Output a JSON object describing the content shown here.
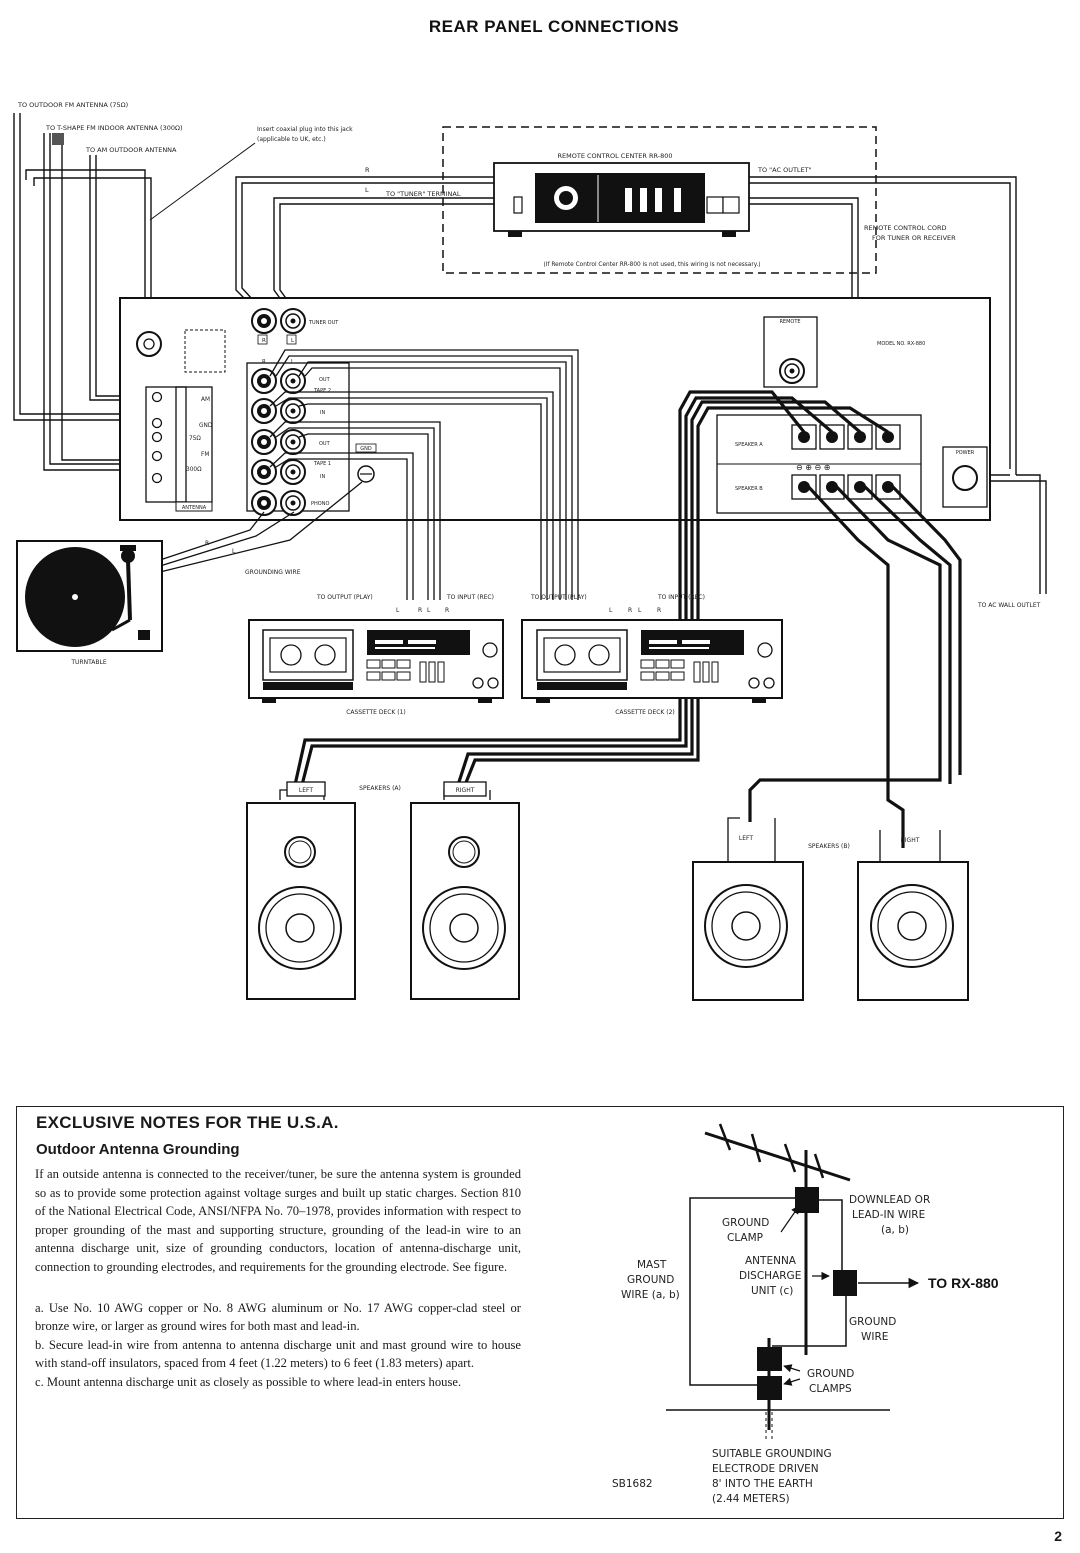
{
  "page_title": "REAR PANEL CONNECTIONS",
  "page_number": "2",
  "figure_code": "SB1682",
  "antenna": {
    "fm75": "TO OUTDOOR FM ANTENNA (75Ω)",
    "fm300": "TO T-SHAPE FM INDOOR ANTENNA (300Ω)",
    "am": "TO AM OUTDOOR ANTENNA",
    "coax_note_1": "Insert coaxial plug into this jack",
    "coax_note_2": "(applicable to UK, etc.)",
    "terminal_am": "AM",
    "terminal_gnd": "GND",
    "terminal_fm75": "75Ω",
    "terminal_fm": "FM",
    "terminal_fm300": "300Ω",
    "terminal_label": "ANTENNA"
  },
  "remote": {
    "title": "REMOTE CONTROL CENTER RR-800",
    "r": "R",
    "l": "L",
    "to_tuner": "TO \"TUNER\" TERMINAL",
    "to_ac": "TO \"AC OUTLET\"",
    "cord_1": "REMOTE CONTROL CORD",
    "cord_2": "FOR TUNER OR RECEIVER",
    "note": "(If Remote Control Center RR-800 is not used, this wiring is not necessary.)"
  },
  "receiver": {
    "tuner_out": "TUNER OUT",
    "tape2_out": "OUT",
    "tape2": "TAPE 2",
    "tape2_in": "IN",
    "tape1_out": "OUT",
    "tape1": "TAPE 1",
    "tape1_in": "IN",
    "phono": "PHONO",
    "gnd": "GND",
    "remote": "REMOTE",
    "model": "MODEL NO. RX-880",
    "speaker_a": "SPEAKER A",
    "speaker_b": "SPEAKER B",
    "power": "POWER",
    "r": "R",
    "l": "L"
  },
  "turntable": {
    "label": "TURNTABLE",
    "r": "R",
    "l": "L",
    "grounding": "GROUNDING WIRE"
  },
  "decks": {
    "to_output": "TO OUTPUT (PLAY)",
    "to_input": "TO INPUT (REC)",
    "l": "L",
    "r": "R",
    "deck1": "CASSETTE DECK (1)",
    "deck2": "CASSETTE DECK (2)"
  },
  "ac_wall": "TO AC WALL OUTLET",
  "speakers": {
    "left": "LEFT",
    "right": "RIGHT",
    "group_a": "SPEAKERS (A)",
    "group_b": "SPEAKERS (B)"
  },
  "notes": {
    "heading": "EXCLUSIVE NOTES FOR THE U.S.A.",
    "subheading": "Outdoor Antenna Grounding",
    "body": "If an outside antenna is connected to the receiver/tuner, be sure the antenna system is grounded so as to provide some protection against voltage surges and built up static charges. Section 810 of the National Electrical Code, ANSI/NFPA No. 70–1978, provides information with respect to proper grounding of the mast and supporting structure, grounding of the lead-in wire to an antenna discharge unit, size of grounding conductors, location of antenna-discharge unit, connection to grounding electrodes, and requirements for the grounding electrode. See figure.",
    "item_a": "a.  Use No. 10 AWG copper or No. 8 AWG aluminum or No. 17 AWG copper-clad steel or bronze wire, or larger as ground wires for both mast and lead-in.",
    "item_b": "b.  Secure lead-in wire from antenna to antenna discharge unit and mast ground wire to house with stand-off insulators, spaced from 4 feet (1.22 meters) to 6 feet (1.83 meters) apart.",
    "item_c": "c.  Mount antenna discharge unit as closely as possible to where lead-in enters house."
  },
  "grounding_figure": {
    "downlead_1": "DOWNLEAD OR",
    "downlead_2": "LEAD-IN WIRE",
    "downlead_3": "(a, b)",
    "clamp_1": "GROUND",
    "clamp_2": "CLAMP",
    "mast_1": "MAST",
    "mast_2": "GROUND",
    "mast_3": "WIRE (a, b)",
    "discharge_1": "ANTENNA",
    "discharge_2": "DISCHARGE",
    "discharge_3": "UNIT (c)",
    "to_rx": "TO RX-880",
    "ground_wire_1": "GROUND",
    "ground_wire_2": "WIRE",
    "clamps_1": "GROUND",
    "clamps_2": "CLAMPS",
    "electrode_1": "SUITABLE GROUNDING",
    "electrode_2": "ELECTRODE DRIVEN",
    "electrode_3": "8' INTO THE EARTH",
    "electrode_4": "(2.44 METERS)"
  }
}
